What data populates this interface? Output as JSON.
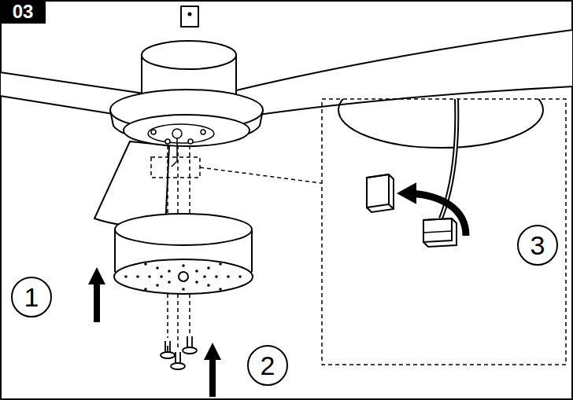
{
  "diagram": {
    "nodes": [
      {
        "text": [
          "03"
        ]
      },
      {
        "text": [
          "1"
        ]
      },
      {
        "text": [
          "2"
        ]
      },
      {
        "text": [
          "3"
        ]
      }
    ]
  }
}
